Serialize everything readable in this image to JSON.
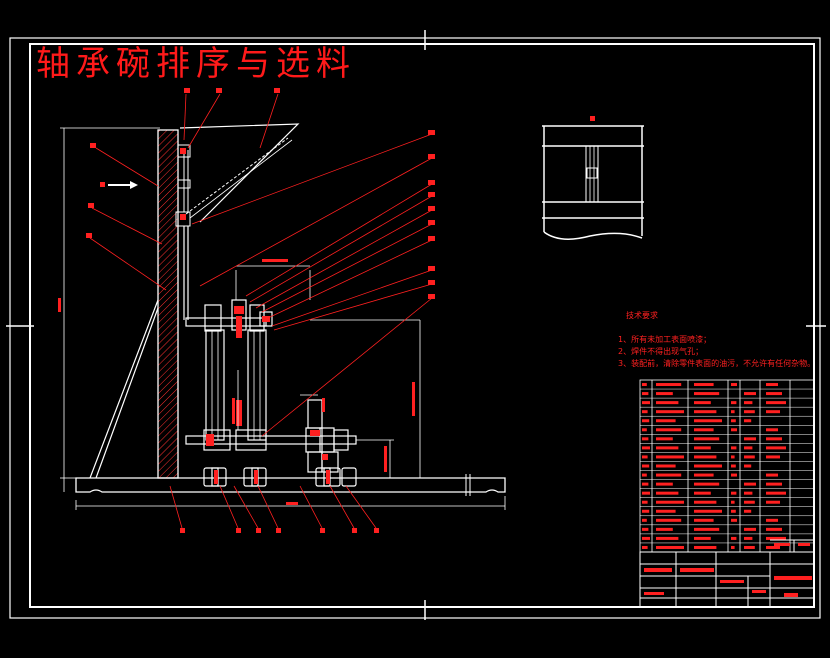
{
  "drawing": {
    "title": "轴承碗排序与选料",
    "tech_requirements": {
      "heading": "技术要求",
      "items": [
        "1、所有未加工表面喷漆；",
        "2、焊件不得出现气孔；",
        "3、装配前，清除零件表面的油污，不允许有任何杂物。"
      ]
    }
  },
  "colors": {
    "background": "#000000",
    "lines": "#ffffff",
    "annotation": "#ff2020",
    "hatch": "#ff3030"
  }
}
